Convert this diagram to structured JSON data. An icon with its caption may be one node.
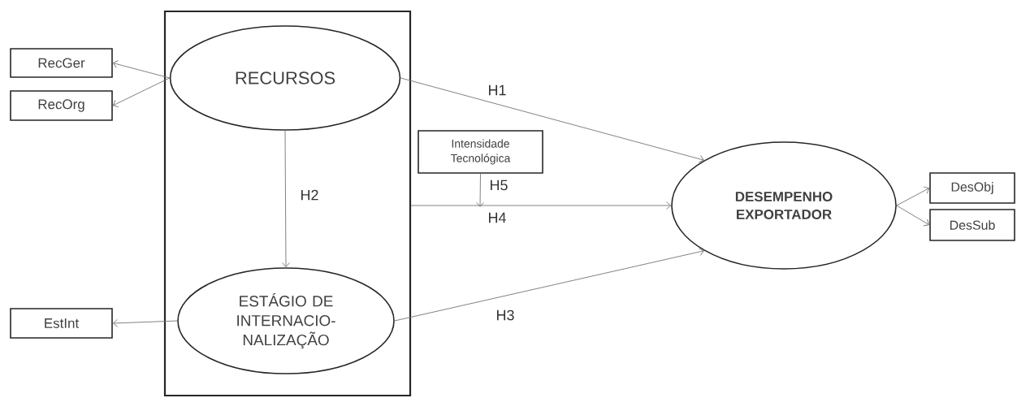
{
  "diagram": {
    "nodes": [
      {
        "text": [],
        "shape": "box"
      },
      {
        "text": [
          "RECURSOS"
        ],
        "in": 0
      },
      {
        "text": [
          "ESTÁGIO DE INTERNACIO- NALIZAÇÃO"
        ],
        "in": 0
      },
      {
        "text": [
          "RecGer"
        ]
      },
      {
        "text": [
          "RecOrg"
        ]
      },
      {
        "text": [
          "EstInt"
        ]
      },
      {
        "text": [
          "Intensidade Tecnológica"
        ]
      },
      {
        "text": [
          "DESEMPENHO EXPORTADOR"
        ]
      },
      {
        "text": [
          "DesObj"
        ]
      },
      {
        "text": [
          "DesSub"
        ]
      }
    ],
    "edges": [
      {
        "from": 1,
        "to": 3,
        "arrow": "to"
      },
      {
        "from": 1,
        "to": 4,
        "arrow": "to"
      },
      {
        "from": 1,
        "to": 2,
        "arrow": "to",
        "label": "H2"
      },
      {
        "from": 2,
        "to": 5,
        "arrow": "to"
      },
      {
        "from": 1,
        "to": 7,
        "arrow": "to",
        "label": "H1"
      },
      {
        "from": 0,
        "to": 7,
        "arrow": "to",
        "label": "H4"
      },
      {
        "from": 6,
        "to": null,
        "arrow": "to",
        "label": "H5"
      },
      {
        "from": 2,
        "to": 7,
        "arrow": "to",
        "label": "H3"
      },
      {
        "from": 7,
        "to": 8,
        "arrow": "to"
      },
      {
        "from": 7,
        "to": 9,
        "arrow": "to"
      }
    ]
  }
}
